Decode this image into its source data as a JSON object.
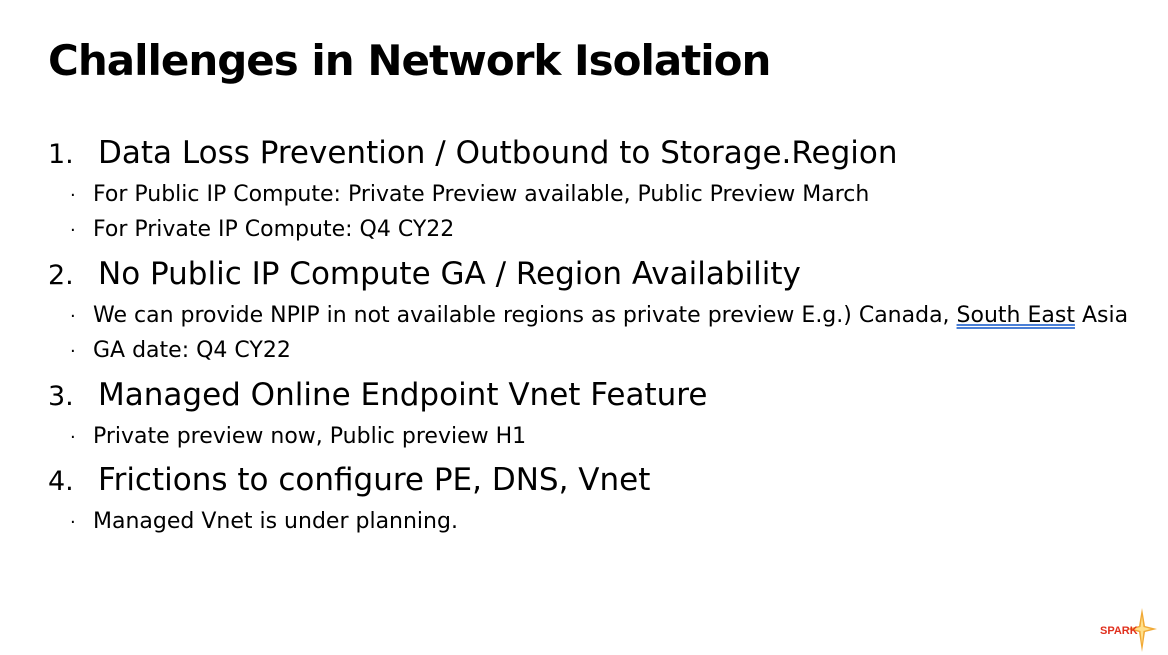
{
  "title": "Challenges in Network Isolation",
  "items": [
    {
      "number": "1.",
      "heading": "Data Loss Prevention / Outbound to Storage.Region",
      "bullets": [
        "For Public IP Compute: Private Preview available, Public Preview March",
        "For Private IP Compute: Q4 CY22"
      ]
    },
    {
      "number": "2.",
      "heading": "No Public IP Compute GA / Region Availability",
      "bullets": [
        {
          "before": "We can provide NPIP in not available regions as private preview E.g.) Canada, ",
          "underlined": "South East",
          "after": " Asia"
        },
        "GA date: Q4 CY22"
      ]
    },
    {
      "number": "3.",
      "heading": "Managed Online Endpoint Vnet Feature",
      "bullets": [
        "Private preview now, Public preview H1"
      ]
    },
    {
      "number": "4.",
      "heading": "Frictions to configure PE, DNS, Vnet",
      "bullets": [
        "Managed Vnet is under planning."
      ]
    }
  ],
  "bullet_glyph": "·",
  "logo": {
    "text": "SPARK",
    "icon": "spark-star-icon",
    "text_color": "#e0301e",
    "star_color": "#f0a020"
  }
}
